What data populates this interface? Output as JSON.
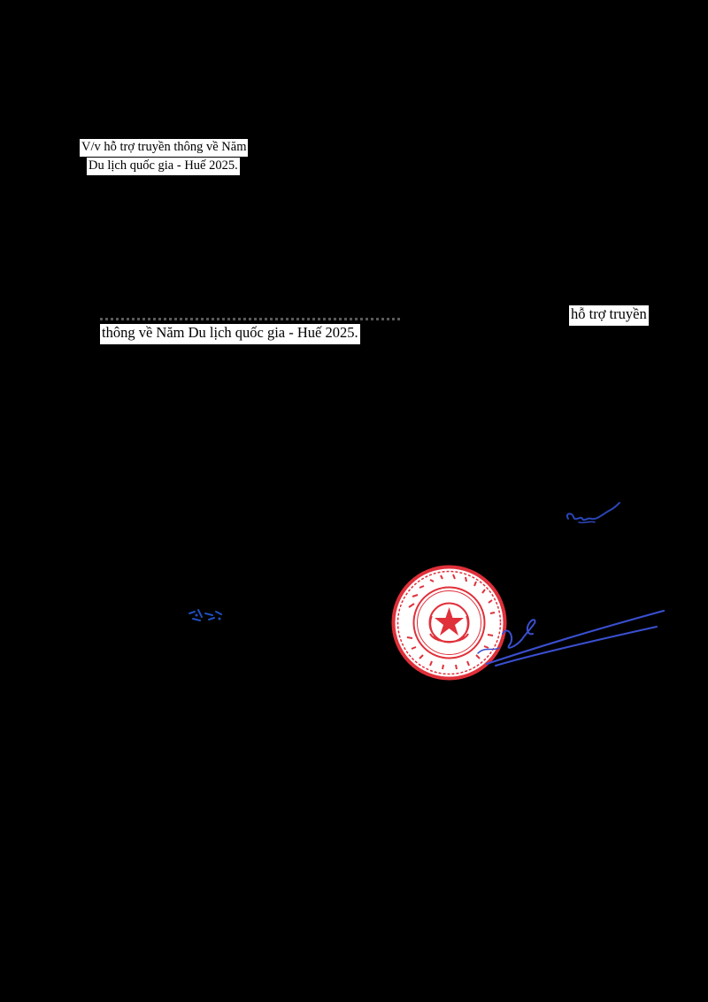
{
  "document": {
    "subject": {
      "line1": "V/v hỗ trợ truyền thông về Năm",
      "line2": "Du lịch quốc gia - Huế 2025."
    },
    "body": {
      "line1": "hỗ trợ truyền",
      "line2": "thông về Năm Du lịch quốc gia - Huế 2025."
    }
  },
  "graphics": {
    "seal": {
      "color": "#e0303a",
      "icon": "official-seal-icon"
    },
    "signature": {
      "color": "#3a4fd0",
      "icon": "signature-icon"
    },
    "mark": {
      "color": "#1f4fbf",
      "icon": "ink-mark-icon"
    }
  }
}
